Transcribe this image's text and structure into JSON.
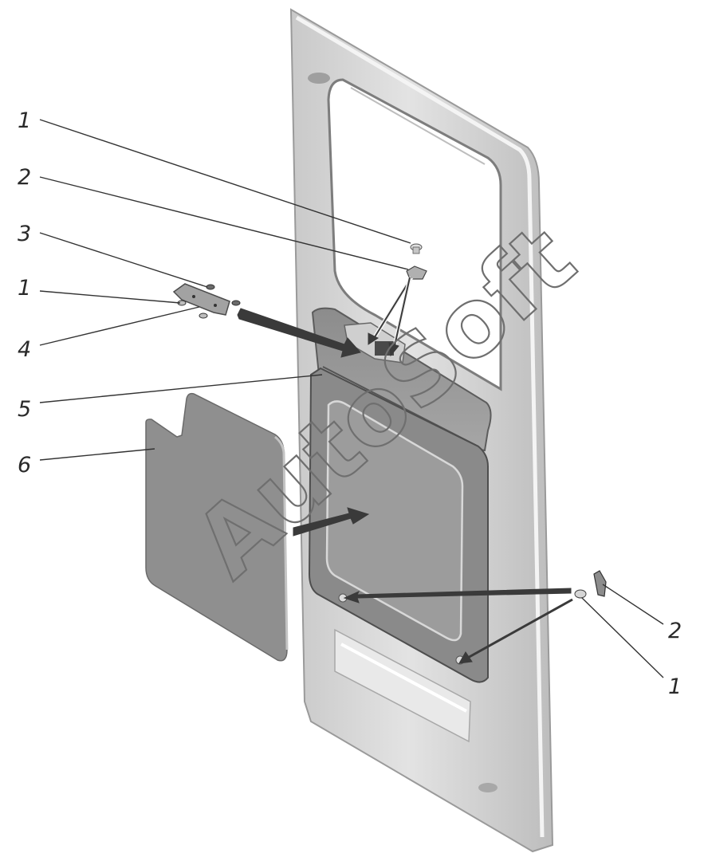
{
  "callouts": {
    "c1_top": "1",
    "c2_top": "2",
    "c3": "3",
    "c1_mid": "1",
    "c4": "4",
    "c5": "5",
    "c6": "6",
    "c2_right": "2",
    "c1_right": "1"
  },
  "watermark": "AutoSoft",
  "colors": {
    "door_panel": "#d9d9d9",
    "trim_panel": "#9a9a9a",
    "trim_board": "#8f8f8f",
    "arrow": "#3a3a3a",
    "leader": "#333333"
  }
}
